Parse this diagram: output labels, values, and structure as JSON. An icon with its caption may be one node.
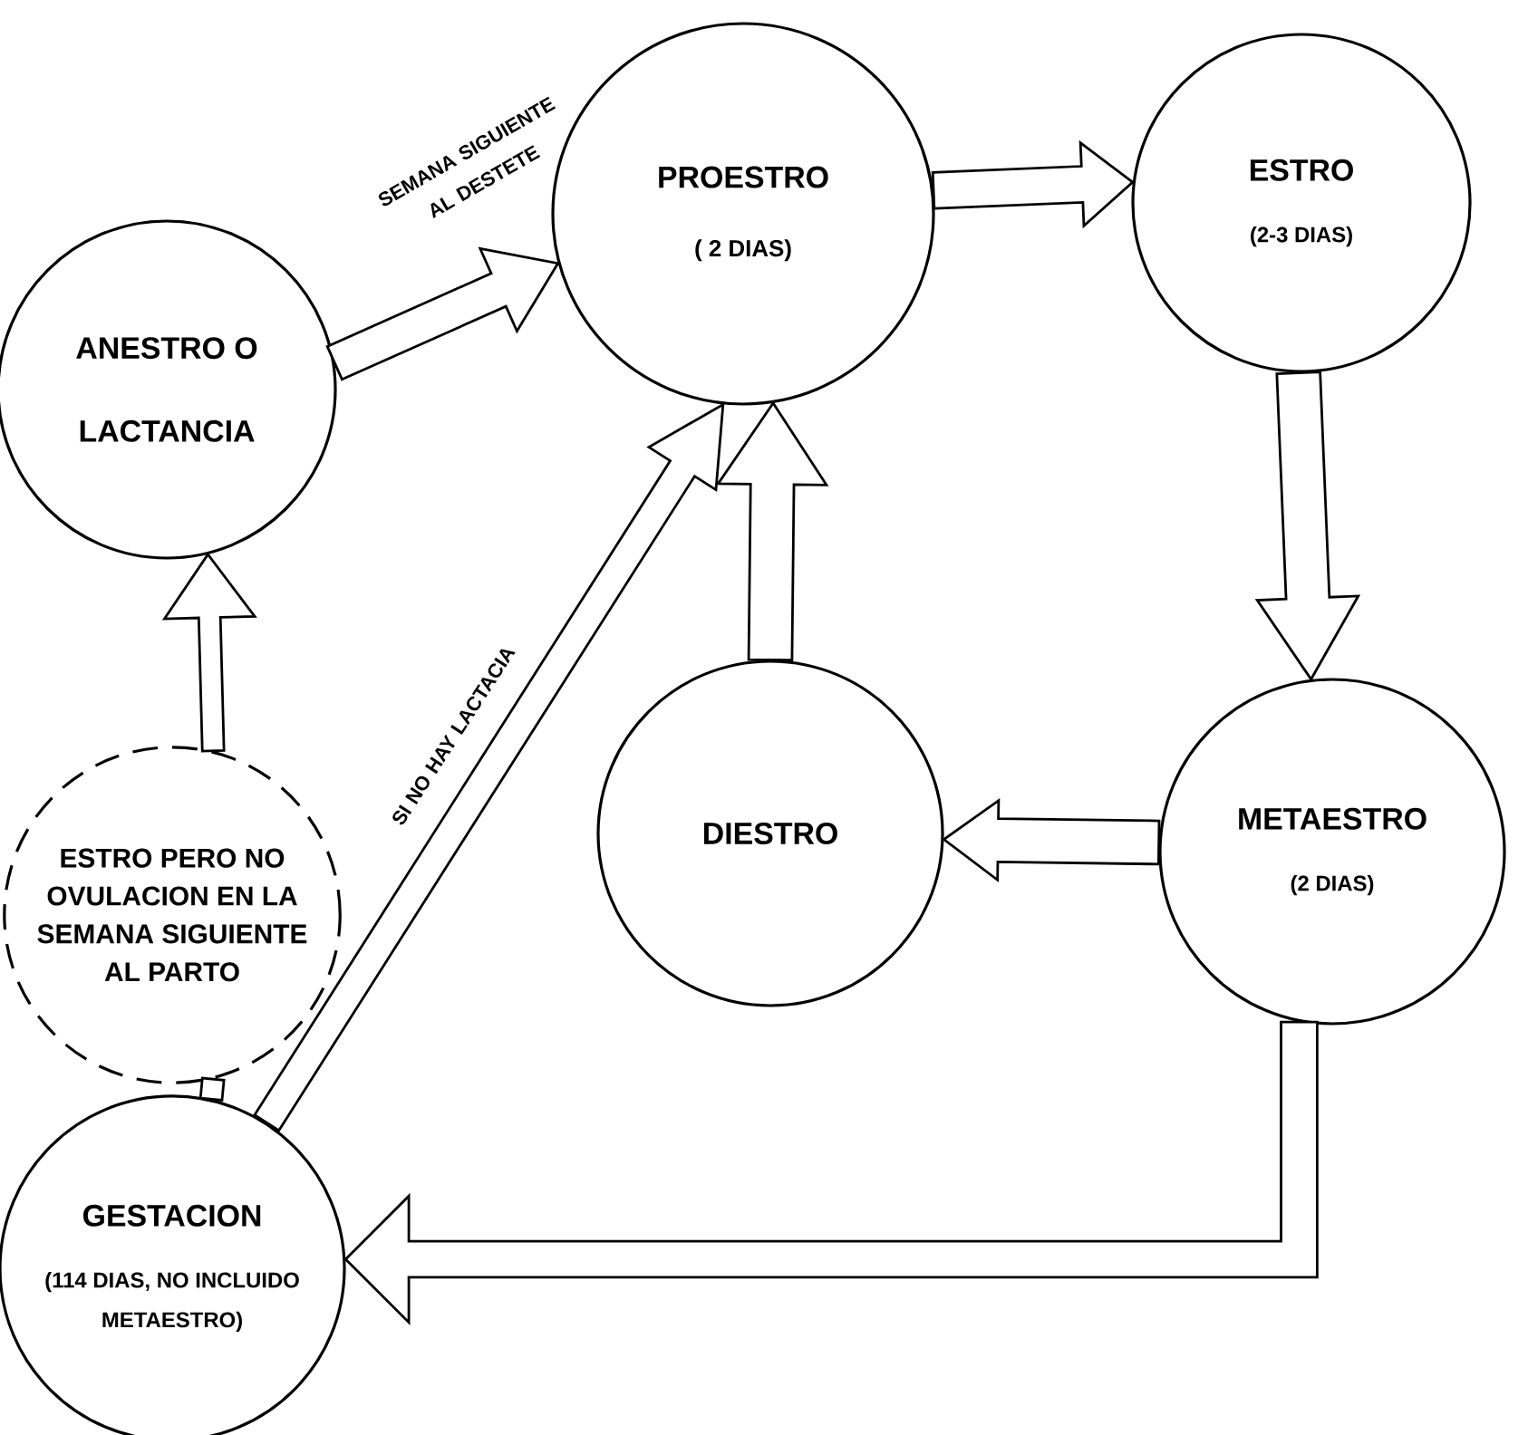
{
  "diagram": {
    "nodes": [
      {
        "text": [
          "ANESTRO O LACTANCIA"
        ]
      },
      {
        "text": [
          "PROESTRO",
          "( 2 DIAS)"
        ]
      },
      {
        "text": [
          "ESTRO",
          "(2-3 DIAS)"
        ]
      },
      {
        "text": [
          "DIESTRO"
        ]
      },
      {
        "text": [
          "METAESTRO",
          "(2 DIAS)"
        ]
      },
      {
        "text": [
          "ESTRO PERO NO OVULACION EN LA SEMANA SIGUIENTE AL PARTO"
        ]
      },
      {
        "text": [
          "GESTACION",
          "(114 DIAS, NO INCLUIDO METAESTRO)"
        ]
      }
    ],
    "edges": [
      {
        "from": 0,
        "to": 1,
        "arrow": "to",
        "label": "SEMANA SIGUIENTE AL DESTETE"
      },
      {
        "from": 1,
        "to": 2,
        "arrow": "to"
      },
      {
        "from": 2,
        "to": 4,
        "arrow": "to"
      },
      {
        "from": 4,
        "to": 3,
        "arrow": "to"
      },
      {
        "from": 3,
        "to": 1,
        "arrow": "to"
      },
      {
        "from": 4,
        "to": 6,
        "arrow": "to"
      },
      {
        "from": 6,
        "to": 1,
        "arrow": "to",
        "label": "SI NO HAY LACTACIA"
      },
      {
        "from": 6,
        "to": 5,
        "arrow": "none"
      },
      {
        "from": 5,
        "to": 0,
        "arrow": "to"
      }
    ]
  }
}
